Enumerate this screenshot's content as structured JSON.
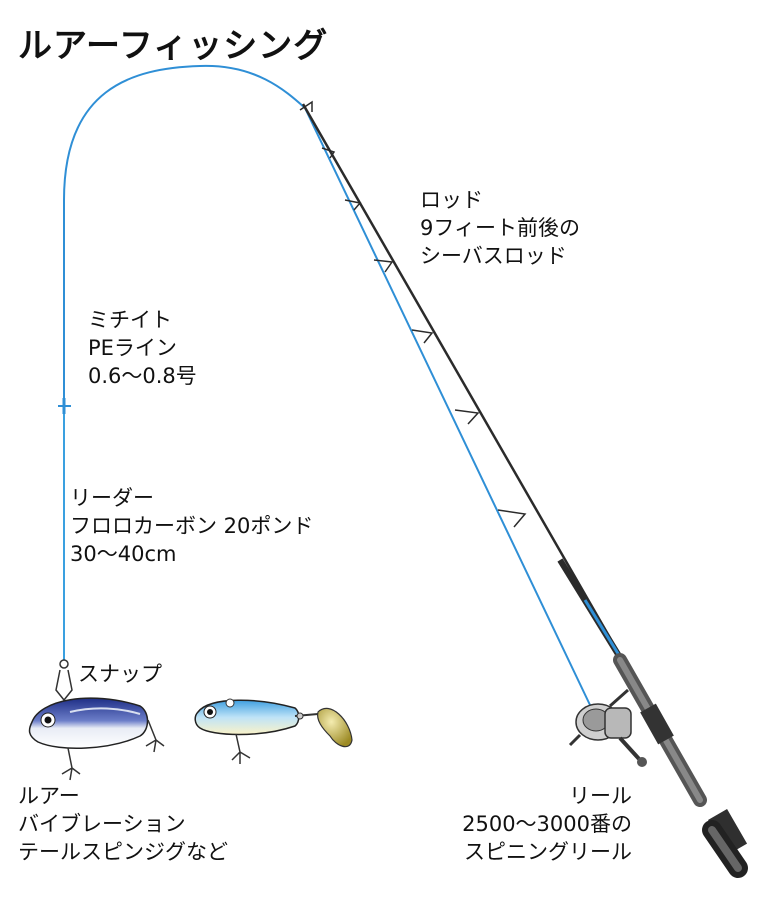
{
  "title": "ルアーフィッシング",
  "labels": {
    "rod": [
      "ロッド",
      "9フィート前後の",
      "シーバスロッド"
    ],
    "mainline": [
      "ミチイト",
      "PEライン",
      "0.6〜0.8号"
    ],
    "leader": [
      "リーダー",
      "フロロカーボン 20ポンド",
      "30〜40cm"
    ],
    "snap": "スナップ",
    "lure": [
      "ルアー",
      "バイブレーション",
      "テールスピンジグなど"
    ],
    "reel": [
      "リール",
      "2500〜3000番の",
      "スピニングリール"
    ]
  },
  "colors": {
    "line": "#2f8fd6",
    "rod": "#2b2b2b",
    "lure_back": "#2a3a8c",
    "lure2_back": "#5fb0e6",
    "blade": "#b9a83a"
  }
}
